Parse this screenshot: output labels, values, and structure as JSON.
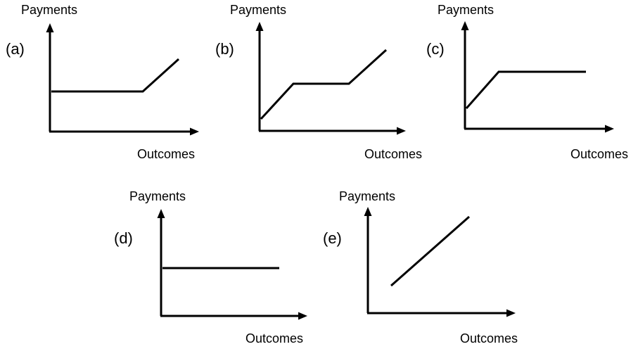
{
  "panels": [
    {
      "id": "a",
      "label": "(a)",
      "y_axis_label": "Payments",
      "x_axis_label": "Outcomes",
      "payoff_shape": "flat then rising"
    },
    {
      "id": "b",
      "label": "(b)",
      "y_axis_label": "Payments",
      "x_axis_label": "Outcomes",
      "payoff_shape": "rising, flat, rising"
    },
    {
      "id": "c",
      "label": "(c)",
      "y_axis_label": "Payments",
      "x_axis_label": "Outcomes",
      "payoff_shape": "rising then flat"
    },
    {
      "id": "d",
      "label": "(d)",
      "y_axis_label": "Payments",
      "x_axis_label": "Outcomes",
      "payoff_shape": "flat"
    },
    {
      "id": "e",
      "label": "(e)",
      "y_axis_label": "Payments",
      "x_axis_label": "Outcomes",
      "payoff_shape": "linear rising"
    }
  ]
}
